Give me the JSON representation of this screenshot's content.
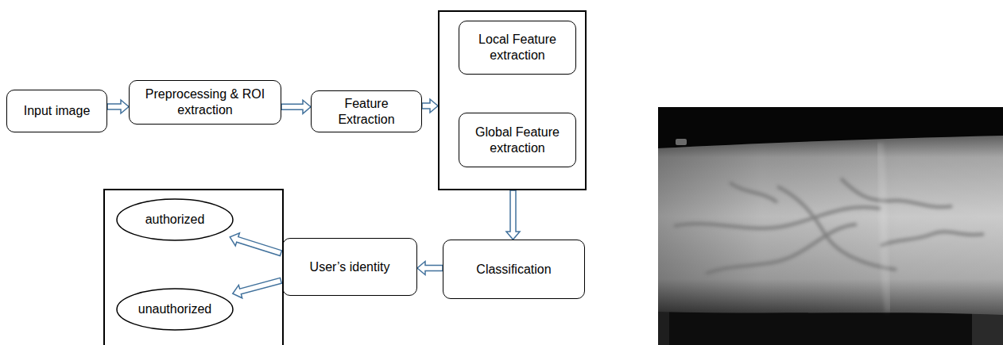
{
  "diagram": {
    "nodes": [
      {
        "text": [
          "Input image"
        ]
      },
      {
        "text": [
          "Preprocessing & ROI extraction"
        ]
      },
      {
        "text": [
          "Feature Extraction"
        ]
      },
      {
        "text": []
      },
      {
        "text": [
          "Local Feature extraction"
        ],
        "in": 3
      },
      {
        "text": [
          "Global Feature extraction"
        ],
        "in": 3
      },
      {
        "text": [
          "Classification"
        ]
      },
      {
        "text": [
          "User’s identity"
        ]
      },
      {
        "text": []
      },
      {
        "text": [
          "authorized"
        ],
        "in": 8
      },
      {
        "text": [
          "unauthorized"
        ],
        "in": 8
      }
    ],
    "edges": [
      {
        "from": 0,
        "to": 1,
        "arrow": "to"
      },
      {
        "from": 1,
        "to": 2,
        "arrow": "to"
      },
      {
        "from": 2,
        "to": 3,
        "arrow": "to"
      },
      {
        "from": 3,
        "to": 6,
        "arrow": "to"
      },
      {
        "from": 6,
        "to": 7,
        "arrow": "to"
      },
      {
        "from": 7,
        "to": 9,
        "arrow": "to"
      },
      {
        "from": 7,
        "to": 10,
        "arrow": "to"
      }
    ]
  }
}
